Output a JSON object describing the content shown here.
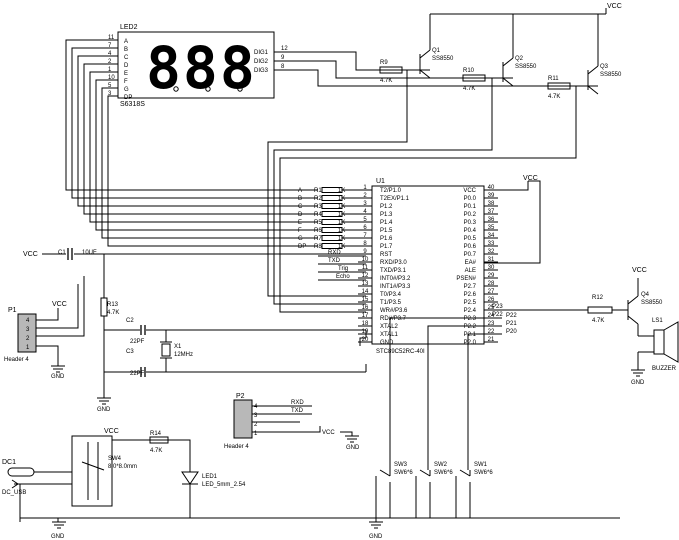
{
  "display": {
    "ref": "LED2",
    "part": "S6318S",
    "digits_text": "888",
    "segment_labels": [
      "A",
      "B",
      "C",
      "D",
      "E",
      "F",
      "G",
      "DP"
    ],
    "segment_pins": [
      "11",
      "7",
      "4",
      "2",
      "1",
      "10",
      "5",
      "3"
    ],
    "dig_labels": [
      "DIG1",
      "DIG2",
      "DIG3"
    ],
    "dig_pins": [
      "12",
      "9",
      "8"
    ]
  },
  "transistors": [
    {
      "ref": "Q1",
      "part": "SS8550",
      "r_ref": "R9",
      "r_val": "4.7K"
    },
    {
      "ref": "Q2",
      "part": "SS8550",
      "r_ref": "R10",
      "r_val": "4.7K"
    },
    {
      "ref": "Q3",
      "part": "SS8550",
      "r_ref": "R11",
      "r_val": "4.7K"
    }
  ],
  "vcc": "VCC",
  "gnd": "GND",
  "mcu": {
    "ref": "U1",
    "part": "STC89C52RC-40I",
    "left_pins": [
      {
        "num": "1",
        "name": "T2/P1.0"
      },
      {
        "num": "2",
        "name": "T2EX/P1.1"
      },
      {
        "num": "3",
        "name": "P1.2"
      },
      {
        "num": "4",
        "name": "P1.3"
      },
      {
        "num": "5",
        "name": "P1.4"
      },
      {
        "num": "6",
        "name": "P1.5"
      },
      {
        "num": "7",
        "name": "P1.6"
      },
      {
        "num": "8",
        "name": "P1.7"
      },
      {
        "num": "9",
        "name": "RST"
      },
      {
        "num": "10",
        "name": "RXD/P3.0"
      },
      {
        "num": "11",
        "name": "TXD/P3.1"
      },
      {
        "num": "12",
        "name": "INT0#/P3.2"
      },
      {
        "num": "13",
        "name": "INT1#/P3.3"
      },
      {
        "num": "14",
        "name": "T0/P3.4"
      },
      {
        "num": "15",
        "name": "T1/P3.5"
      },
      {
        "num": "16",
        "name": "WR#/P3.6"
      },
      {
        "num": "17",
        "name": "RD#/P3.7"
      },
      {
        "num": "18",
        "name": "XTAL2"
      },
      {
        "num": "19",
        "name": "XTAL1"
      },
      {
        "num": "20",
        "name": "GND"
      }
    ],
    "right_pins": [
      {
        "num": "40",
        "name": "VCC"
      },
      {
        "num": "39",
        "name": "P0.0"
      },
      {
        "num": "38",
        "name": "P0.1"
      },
      {
        "num": "37",
        "name": "P0.2"
      },
      {
        "num": "36",
        "name": "P0.3"
      },
      {
        "num": "35",
        "name": "P0.4"
      },
      {
        "num": "34",
        "name": "P0.5"
      },
      {
        "num": "33",
        "name": "P0.6"
      },
      {
        "num": "32",
        "name": "P0.7"
      },
      {
        "num": "31",
        "name": "EA#"
      },
      {
        "num": "30",
        "name": "ALE"
      },
      {
        "num": "29",
        "name": "PSEN#"
      },
      {
        "num": "28",
        "name": "P2.7"
      },
      {
        "num": "27",
        "name": "P2.6"
      },
      {
        "num": "26",
        "name": "P2.5"
      },
      {
        "num": "25",
        "name": "P2.4"
      },
      {
        "num": "24",
        "name": "P2.3"
      },
      {
        "num": "23",
        "name": "P2.2"
      },
      {
        "num": "22",
        "name": "P2.1"
      },
      {
        "num": "21",
        "name": "P2.0"
      }
    ],
    "right_nets": [
      "P23",
      "P22",
      "P21",
      "P20"
    ]
  },
  "segment_resistors": {
    "refs": [
      "R1",
      "R2",
      "R3",
      "R4",
      "R5",
      "R6",
      "R7",
      "R8"
    ],
    "value": "1K",
    "nets": [
      "A",
      "B",
      "C",
      "D",
      "E",
      "F",
      "G",
      "DP"
    ]
  },
  "nets_left": {
    "rxd": "RXD",
    "txd": "TXD",
    "trig": "Trig",
    "echo": "Echo"
  },
  "capacitors": {
    "c1": {
      "ref": "C1",
      "val": "10UF"
    },
    "c2": {
      "ref": "C2",
      "val": "22PF"
    },
    "c3": {
      "ref": "C3",
      "val": "22PF"
    }
  },
  "crystal": {
    "ref": "X1",
    "val": "12MHz"
  },
  "r13": {
    "ref": "R13",
    "val": "4.7K"
  },
  "r12": {
    "ref": "R12",
    "val": "4.7K"
  },
  "r14": {
    "ref": "R14",
    "val": "4.7K"
  },
  "q4": {
    "ref": "Q4",
    "part": "SS8550"
  },
  "buzzer": {
    "ref": "LS1",
    "part": "BUZZER"
  },
  "header_p1": {
    "ref": "P1",
    "part": "Header 4",
    "pins": [
      "4",
      "3",
      "2",
      "1"
    ]
  },
  "header_p2": {
    "ref": "P2",
    "part": "Header 4",
    "pins": [
      "4",
      "3",
      "2",
      "1"
    ],
    "nets": [
      "RXD",
      "TXD"
    ]
  },
  "power": {
    "dc_ref": "DC1",
    "dc_part": "DC_USB",
    "sw_ref": "SW4",
    "sw_part": "8.0*8.0mm"
  },
  "led": {
    "ref": "LED1",
    "part": "LED_5mm_2.54"
  },
  "switches": [
    {
      "ref": "SW3",
      "part": "SW6*6"
    },
    {
      "ref": "SW2",
      "part": "SW6*6"
    },
    {
      "ref": "SW1",
      "part": "SW6*6"
    }
  ]
}
